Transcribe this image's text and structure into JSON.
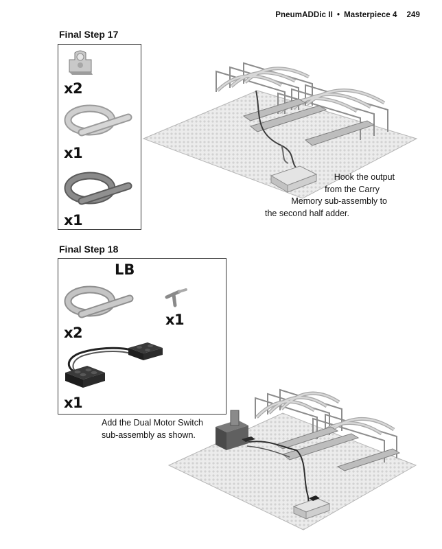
{
  "header": {
    "book_title": "PneumADDic II",
    "separator": "•",
    "section": "Masterpiece 4",
    "page_number": "249"
  },
  "step17": {
    "title": "Final Step 17",
    "parts": [
      {
        "icon": "connector-block-icon",
        "qty": "x2"
      },
      {
        "icon": "light-tube-coil-icon",
        "qty": "x1"
      },
      {
        "icon": "dark-tube-coil-icon",
        "qty": "x1"
      }
    ],
    "caption_lines": [
      "Hook the output",
      "from the Carry",
      "Memory sub-assembly to",
      "the second half adder."
    ]
  },
  "step18": {
    "title": "Final Step 18",
    "label": "LB",
    "parts": [
      {
        "icon": "tube-coil-icon",
        "qty": "x2"
      },
      {
        "icon": "t-connector-icon",
        "qty": "x1"
      },
      {
        "icon": "dual-motor-switch-cable-icon",
        "qty": "x1"
      }
    ],
    "caption_lines": [
      "Add the Dual Motor Switch",
      "sub-assembly as shown."
    ]
  }
}
